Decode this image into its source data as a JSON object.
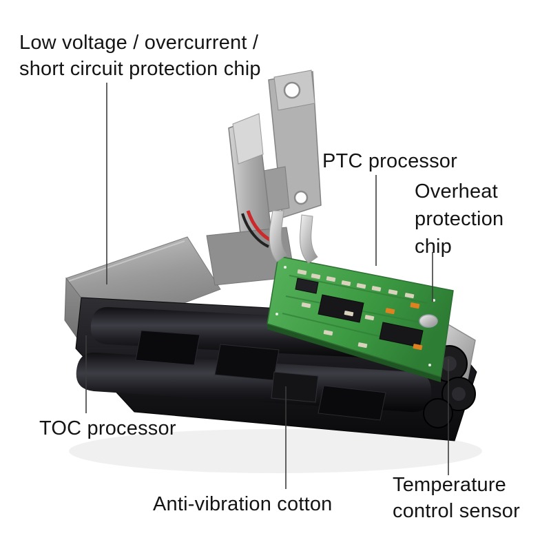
{
  "annotations": {
    "low_voltage": "Low voltage / overcurrent /\nshort circuit protection chip",
    "ptc": "PTC processor",
    "overheat": "Overheat\nprotection\nchip",
    "toc": "TOC processor",
    "anti_vibration": "Anti-vibration cotton",
    "temperature": "Temperature\ncontrol sensor"
  },
  "colors": {
    "background": "#ffffff",
    "label_text": "#141414",
    "leader_line": "#3c3c3c",
    "pcb_green": "#3c9a42",
    "housing_gray": "#999999",
    "cell_black": "#1a1a1e",
    "metal_silver": "#bdbdbd",
    "wire_red": "#cc2a2a",
    "component_orange": "#e08020"
  }
}
